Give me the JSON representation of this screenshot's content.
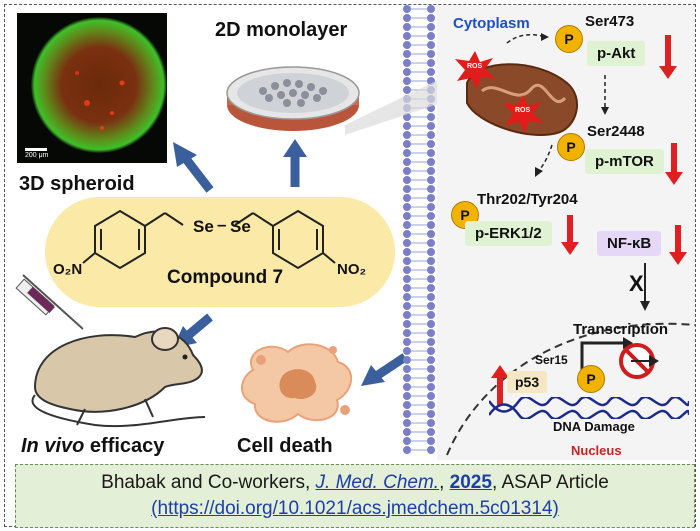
{
  "left_panel": {
    "monolayer_label": "2D monolayer",
    "spheroid_label": "3D spheroid",
    "scale_bar_label": "200 μm",
    "compound_label": "Compound 7",
    "se_left": "Se",
    "se_right": "Se",
    "dash": "–",
    "o2n_left": "O₂N",
    "no2_right": "NO₂",
    "in_vivo_label": "In vivo",
    "efficacy_label": " efficacy",
    "cell_death_label": "Cell death"
  },
  "right_panel": {
    "cytoplasm_label": "Cytoplasm",
    "ros_label_1": "ROS",
    "ros_label_2": "ROS",
    "p_badge": "P",
    "ser473": "Ser473",
    "p_akt": "p-Akt",
    "ser2448": "Ser2448",
    "p_mtor": "p-mTOR",
    "thr_tyr": "Thr202/Tyr204",
    "p_erk": "p-ERK1/2",
    "nfkb": "NF-κB",
    "block_x": "X",
    "transcription": "Transcription",
    "ser15": "Ser15",
    "p53": "p53",
    "dna_damage": "DNA Damage",
    "nucleus": "Nucleus"
  },
  "citation": {
    "authors": "Bhabak and Co-workers, ",
    "journal": "J. Med. Chem.",
    "sep": ", ",
    "year": "2025",
    "status": ", ASAP Article",
    "doi": "(https://doi.org/10.1021/acs.jmedchem.5c01314)"
  },
  "colors": {
    "membrane": "#7a7fc9",
    "arrow_blue": "#3a5f9c",
    "p_badge": "#f2b300",
    "down_arrow": "#e02020",
    "pill_bg": "#dff2d2",
    "citation_bg": "#e3efd6",
    "compound_bg": "#fbe9a8",
    "nfkb_bg": "#e4d8f6",
    "nucleus_text": "#cc2222"
  }
}
